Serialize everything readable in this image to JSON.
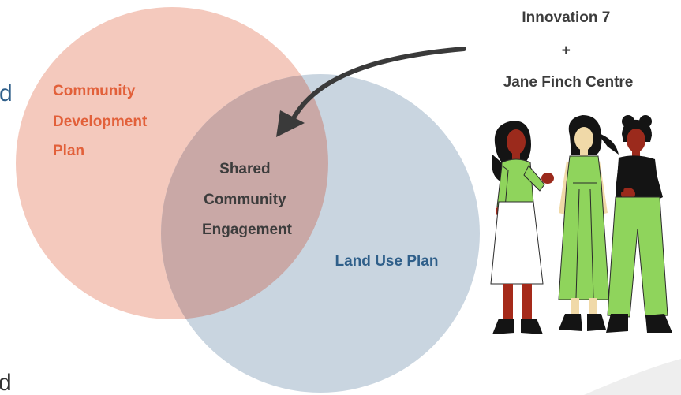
{
  "diagram": {
    "community_circle": {
      "lines": [
        "Community",
        "Development",
        "Plan"
      ],
      "fill": "#f4c9bd",
      "text_color": "#e2603a"
    },
    "land_circle": {
      "label": "Land Use Plan",
      "fill": "#c9d5e0",
      "text_color": "#2f5f8a"
    },
    "overlap": {
      "lines": [
        "Shared",
        "Community",
        "Engagement"
      ],
      "fill": "#c9a8a6",
      "text_color": "#3c3c3c"
    },
    "partner": {
      "lines": [
        "Innovation 7",
        "+",
        "Jane Finch Centre"
      ],
      "text_color": "#3c3c3c"
    },
    "edge_glyphs": [
      "d",
      "d"
    ],
    "edge_glyph_colors": [
      "#2f5f8a",
      "#333333"
    ],
    "illustration": {
      "name": "three-women-illustration",
      "colors": {
        "skin": "#9b2a1c",
        "green": "#8fd45c",
        "black": "#141414",
        "white": "#ffffff",
        "cream": "#f0d9a8",
        "red_pants": "#a52a1a",
        "outline": "#2a2a2a"
      }
    }
  }
}
